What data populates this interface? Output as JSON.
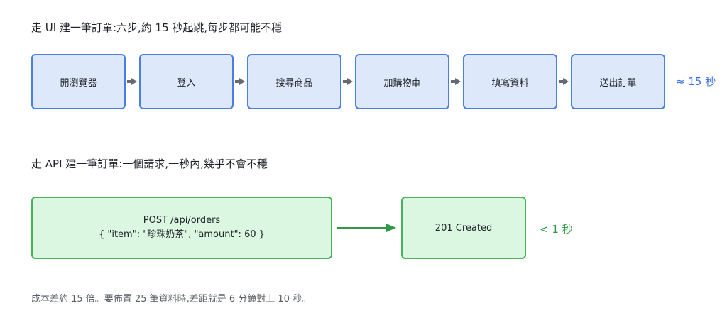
{
  "ui_flow": {
    "heading": "走 UI 建一筆訂單:六步,約 15 秒起跳,每步都可能不穩",
    "steps": [
      "開瀏覽器",
      "登入",
      "搜尋商品",
      "加購物車",
      "填寫資料",
      "送出訂單"
    ],
    "time_note": "≈ 15 秒"
  },
  "api_flow": {
    "heading": "走 API 建一筆訂單:一個請求,一秒內,幾乎不會不穩",
    "request_line1": "POST /api/orders",
    "request_line2": "{ \"item\": \"珍珠奶茶\", \"amount\": 60 }",
    "response": "201 Created",
    "time_note": "< 1 秒"
  },
  "footer": "成本差約 15 倍。要佈置 25 筆資料時,差距就是 6 分鐘對上 10 秒。",
  "colors": {
    "blue_fill": "#dde8fb",
    "blue_border": "#4a7fe0",
    "blue_text": "#3b74e0",
    "green_fill": "#dcf7e1",
    "green_border": "#46b45a",
    "green_text": "#2e9a45",
    "arrow_gray": "#666b73"
  }
}
